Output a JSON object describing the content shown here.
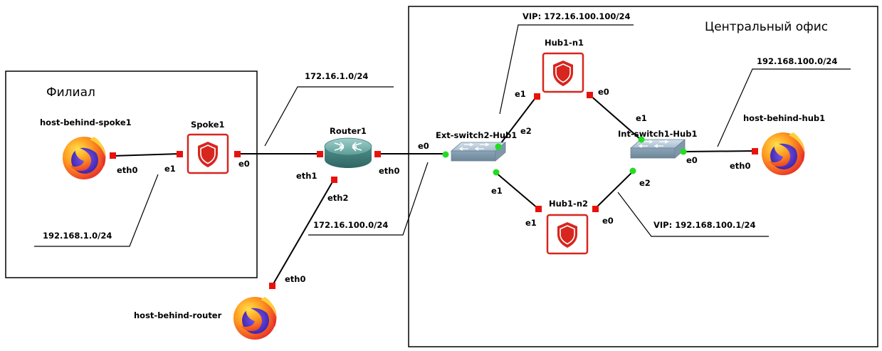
{
  "colors": {
    "port_down": "#e8120c",
    "port_up": "#22dd22",
    "firewall": "#d7261e",
    "router": "#5fa39f",
    "switch": "#a7bccd"
  },
  "zones": {
    "branch_label": "Филиал",
    "central_label": "Центральный офис"
  },
  "nodes": {
    "host_spoke": "host-behind-spoke1",
    "spoke1": "Spoke1",
    "router1": "Router1",
    "host_router": "host-behind-router",
    "ext_switch": "Ext-switch2-Hub1",
    "hub1_n1": "Hub1-n1",
    "hub1_n2": "Hub1-n2",
    "int_switch": "Int-switch1-Hub1",
    "host_hub": "host-behind-hub1"
  },
  "notes": {
    "net_branch": "192.168.1.0/24",
    "net_transit_spoke": "172.16.1.0/24",
    "net_transit_hub": "172.16.100.0/24",
    "vip_ext": "VIP: 172.16.100.100/24",
    "vip_int": "VIP: 192.168.100.1/24",
    "net_central": "192.168.100.0/24"
  },
  "interfaces": {
    "host_spoke_eth0": "eth0",
    "spoke_e1": "e1",
    "spoke_e0": "e0",
    "router_eth1": "eth1",
    "router_eth0": "eth0",
    "router_eth2": "eth2",
    "host_router_eth0": "eth0",
    "ext_e0": "e0",
    "ext_e2": "e2",
    "ext_e1": "e1",
    "n1_e1": "e1",
    "n1_e0": "e0",
    "n2_e1": "e1",
    "n2_e0": "e0",
    "int_e1": "e1",
    "int_e2": "e2",
    "int_e0": "e0",
    "host_hub_eth0": "eth0"
  }
}
